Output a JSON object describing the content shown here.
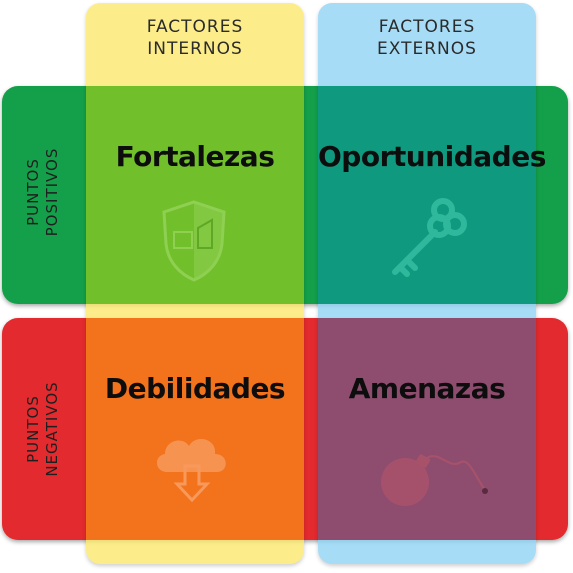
{
  "columns": {
    "left": {
      "line1": "FACTORES",
      "line2": "INTERNOS"
    },
    "right": {
      "line1": "FACTORES",
      "line2": "EXTERNOS"
    }
  },
  "rows": {
    "top": {
      "line1": "PUNTOS",
      "line2": "POSITIVOS"
    },
    "bottom": {
      "line1": "PUNTOS",
      "line2": "NEGATIVOS"
    }
  },
  "quadrants": {
    "top_left": {
      "title": "Fortalezas",
      "icon": "shield-icon"
    },
    "top_right": {
      "title": "Oportunidades",
      "icon": "key-icon"
    },
    "bottom_left": {
      "title": "Debilidades",
      "icon": "cloud-download-icon"
    },
    "bottom_right": {
      "title": "Amenazas",
      "icon": "bomb-icon"
    }
  },
  "colors": {
    "positive_band": "#14a04a",
    "negative_band": "#e32a2e",
    "internal_column": "#fce86a",
    "external_column": "#8fd3f4",
    "fortalezas": "#72bf2c",
    "oportunidades": "#0f9a7f",
    "debilidades": "#f3721c",
    "amenazas": "#8e4d6e"
  }
}
